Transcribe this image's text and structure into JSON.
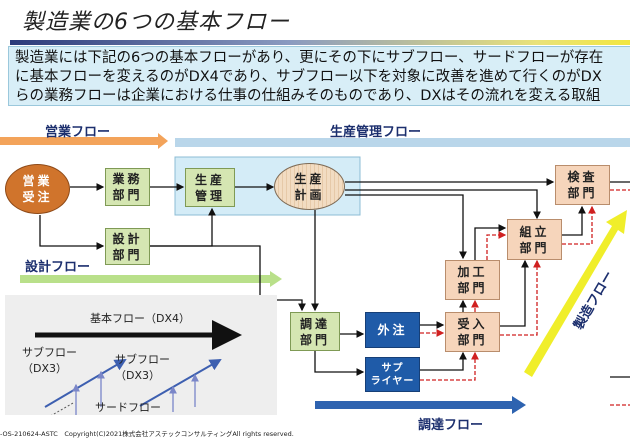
{
  "title": "製造業の6つの基本フロー",
  "intro": {
    "lines": [
      "製造業には下記の6つの基本フローがあり、更にその下にサブフロー、サードフローが存在",
      "に基本フローを変えるのがDX4であり、サブフロー以下を対象に改善を進めて行くのがDX",
      "らの業務フローは企業における仕事の仕組みそのものであり、DXはその流れを変える取組"
    ]
  },
  "flows": {
    "sales": "営業フロー",
    "production_mgmt": "生産管理フロー",
    "design": "設計フロー",
    "procurement": "調達フロー",
    "manufacturing": "製造フロー"
  },
  "nodes": {
    "order": "営業\n受注",
    "business": "業務\n部門",
    "prod_mgmt": "生産\n管理",
    "prod_plan": "生産\n計画",
    "design": "設計\n部門",
    "procure": "調達\n部門",
    "outsource": "外注",
    "supplier": "サプ\nライヤー",
    "receiving": "受入\n部門",
    "processing": "加工\n部門",
    "assembly": "組立\n部門",
    "inspection": "検査\n部門"
  },
  "inset": {
    "basic": "基本フロー（DX4）",
    "sub1": "サブフロー\n（DX3）",
    "sub2": "サブフロー\n（DX3）",
    "third": "サードフロー"
  },
  "footer": "-OS-210624-ASTC　Copyright(C)2021株式会社アステックコンサルティングAll rights reserved.",
  "colors": {
    "sales_arrow": "#f3a35a",
    "prod_arrow": "#b9d6ea",
    "design_arrow": "#b9e08a",
    "proc_arrow": "#2e63b0",
    "mfg_arrow": "#f0ee2a",
    "info_line": "#111111",
    "material_line": "#d02020"
  }
}
